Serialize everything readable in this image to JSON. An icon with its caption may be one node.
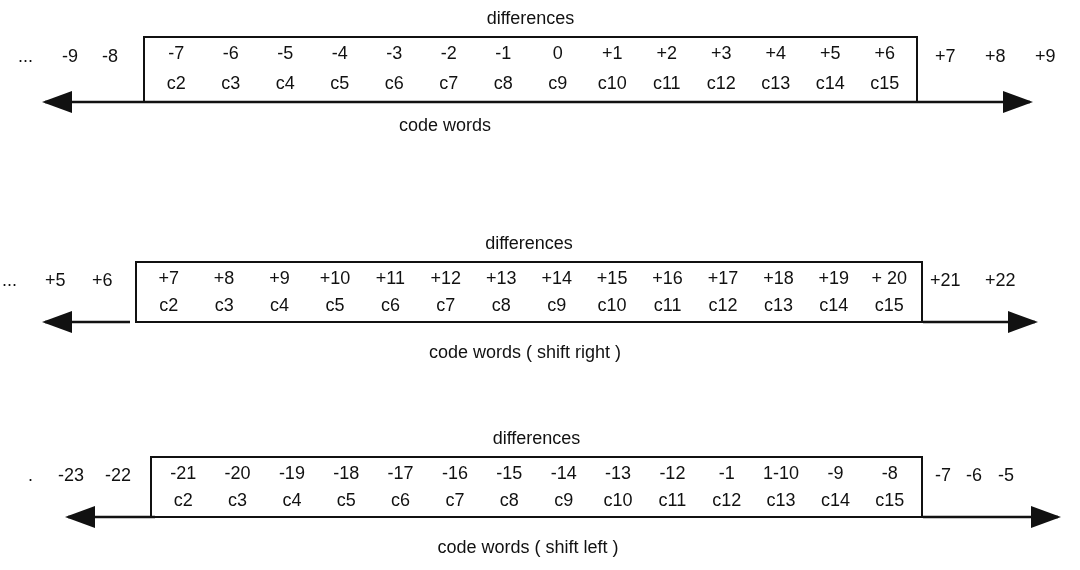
{
  "diagram": {
    "nodes": [
      {
        "text": [
          "differences",
          "-7",
          "-6",
          "-5",
          "-4",
          "-3",
          "-2",
          "-1",
          "0",
          "+1",
          "+2",
          "+3",
          "+4",
          "+5",
          "+6",
          "c2",
          "c3",
          "c4",
          "c5",
          "c6",
          "c7",
          "c8",
          "c9",
          "c10",
          "c11",
          "c12",
          "c13",
          "c14",
          "c15"
        ]
      },
      {
        "text": [
          "differences",
          "+7",
          "+8",
          "+9",
          "+10",
          "+11",
          "+12",
          "+13",
          "+14",
          "+15",
          "+16",
          "+17",
          "+18",
          "+19",
          "+ 20",
          "c2",
          "c3",
          "c4",
          "c5",
          "c6",
          "c7",
          "c8",
          "c9",
          "c10",
          "c11",
          "c12",
          "c13",
          "c14",
          "c15"
        ]
      },
      {
        "text": [
          "differences",
          "-21",
          "-20",
          "-19",
          "-18",
          "-17",
          "-16",
          "-15",
          "-14",
          "-13",
          "-12",
          "-1",
          "1-10",
          "-9",
          "-8",
          "c2",
          "c3",
          "c4",
          "c5",
          "c6",
          "c7",
          "c8",
          "c9",
          "c10",
          "c11",
          "c12",
          "c13",
          "c14",
          "c15"
        ]
      }
    ],
    "labels": [
      "...",
      "-9",
      "-8",
      "+7",
      "+8",
      "+9",
      "code words",
      "...",
      "+5",
      "+6",
      "+21",
      "+22",
      "code words ( shift right )",
      ".",
      "-23",
      "-22",
      "-7",
      "-6",
      "-5",
      "code words ( shift left )"
    ]
  }
}
